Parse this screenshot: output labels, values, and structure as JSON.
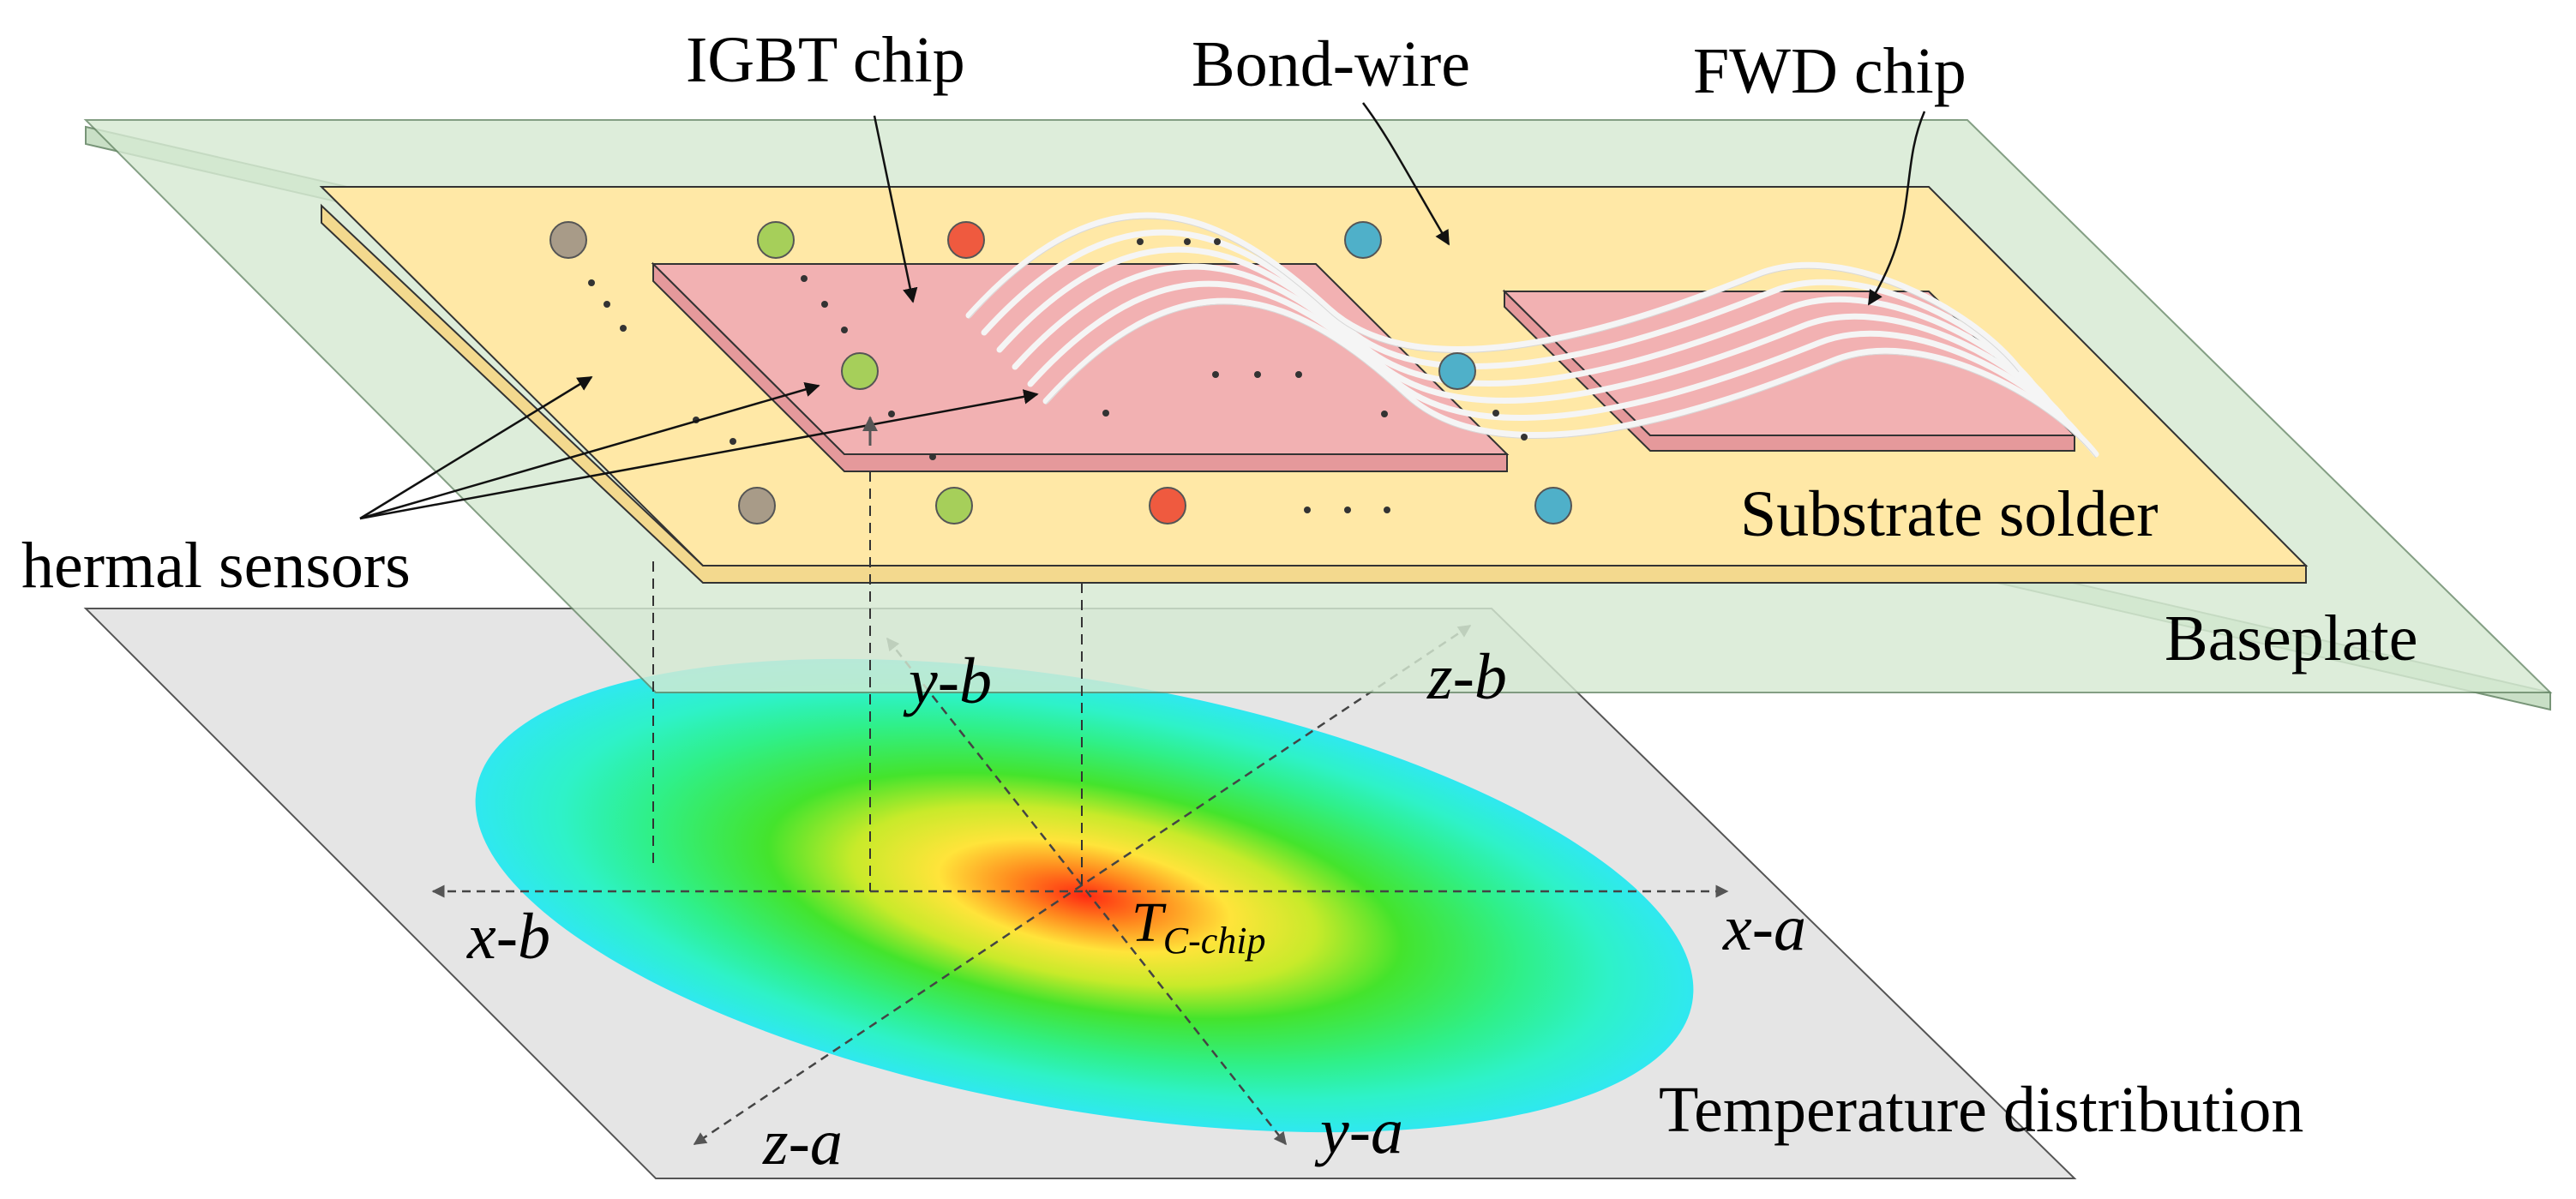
{
  "labels": {
    "igbt_chip": "IGBT chip",
    "bond_wire": "Bond-wire",
    "fwd_chip": "FWD chip",
    "thermal_sensors": "hermal sensors",
    "substrate_solder": "Substrate solder",
    "baseplate": "Baseplate",
    "temperature_distribution": "Temperature distribution"
  },
  "axes": {
    "x_b": "x-b",
    "x_a": "x-a",
    "y_b": "y-b",
    "y_a": "y-a",
    "z_b": "z-b",
    "z_a": "z-a"
  },
  "center": {
    "symbol": "T",
    "subscript": "C-chip"
  },
  "colors": {
    "baseplate": "#d6ead3",
    "substrate": "#ffe8a6",
    "chip": "#f2b1b2",
    "temperature_plane": "#e5e5e5",
    "sensor_brown": "#a89b88",
    "sensor_green": "#a6cf5a",
    "sensor_red": "#ef5a3f",
    "sensor_blue": "#4fb0c9"
  }
}
